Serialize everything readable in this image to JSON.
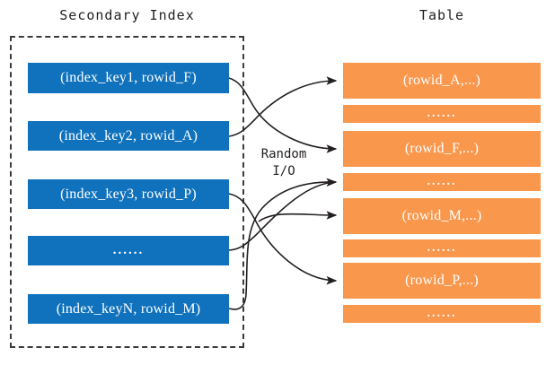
{
  "headings": {
    "left": "Secondary Index",
    "right": "Table"
  },
  "annotation": {
    "line1": "Random",
    "line2": "I/O"
  },
  "colors": {
    "index_box": "#1072bc",
    "table_box": "#f9974c",
    "frame_border": "#3c3c3c",
    "arrow": "#231f20",
    "text_on_box": "#ffffff",
    "background": "#ffffff"
  },
  "secondary_index": {
    "entries": [
      {
        "id": "index-entry-1",
        "label": "(index_key1, rowid_F)",
        "kind": "entry"
      },
      {
        "id": "index-entry-2",
        "label": "(index_key2, rowid_A)",
        "kind": "entry"
      },
      {
        "id": "index-entry-3",
        "label": "(index_key3, rowid_P)",
        "kind": "entry"
      },
      {
        "id": "index-entry-ellipsis",
        "label": "......",
        "kind": "ellipsis"
      },
      {
        "id": "index-entry-n",
        "label": "(index_keyN, rowid_M)",
        "kind": "entry"
      }
    ]
  },
  "table": {
    "rows": [
      {
        "id": "table-row-a",
        "label": "(rowid_A,...)",
        "kind": "row"
      },
      {
        "id": "table-row-ellipsis-1",
        "label": "......",
        "kind": "ellipsis"
      },
      {
        "id": "table-row-f",
        "label": "(rowid_F,...)",
        "kind": "row"
      },
      {
        "id": "table-row-ellipsis-2",
        "label": "......",
        "kind": "ellipsis"
      },
      {
        "id": "table-row-m",
        "label": "(rowid_M,...)",
        "kind": "row"
      },
      {
        "id": "table-row-ellipsis-3",
        "label": "......",
        "kind": "ellipsis"
      },
      {
        "id": "table-row-p",
        "label": "(rowid_P,...)",
        "kind": "row"
      },
      {
        "id": "table-row-ellipsis-4",
        "label": "......",
        "kind": "ellipsis"
      }
    ]
  },
  "mappings": [
    {
      "from": "index-entry-1",
      "to": "table-row-f"
    },
    {
      "from": "index-entry-2",
      "to": "table-row-a"
    },
    {
      "from": "index-entry-3",
      "to": "table-row-p"
    },
    {
      "from": "index-entry-ellipsis",
      "to": "table-row-ellipsis-2"
    },
    {
      "from": "index-entry-n",
      "to": "table-row-m"
    }
  ]
}
